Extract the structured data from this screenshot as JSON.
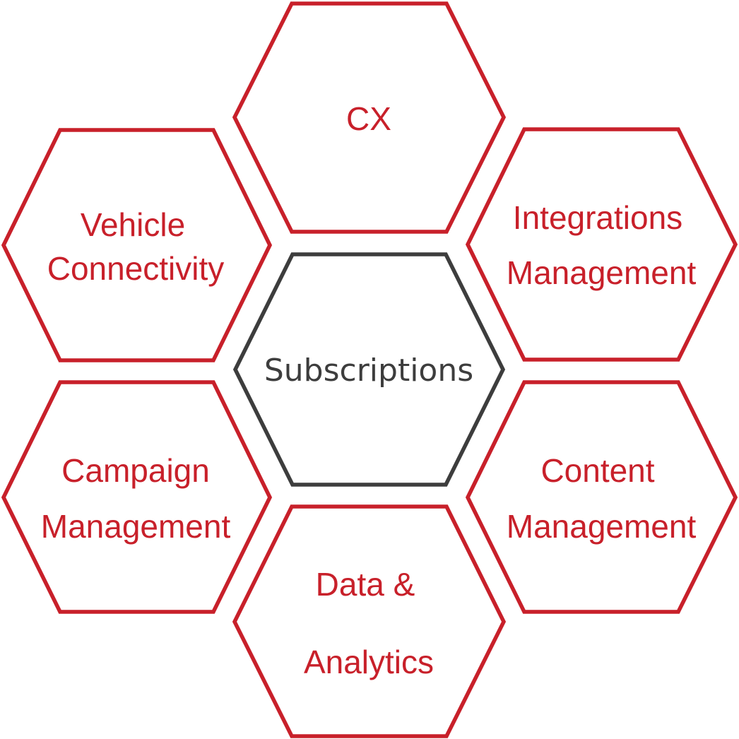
{
  "colors": {
    "outer_stroke": "#c8202a",
    "outer_text": "#c8202a",
    "center_stroke": "#3d3d3d",
    "center_text": "#3d3d3d",
    "background": "#ffffff"
  },
  "hexagons": {
    "top": {
      "line1": "CX"
    },
    "top_left": {
      "line1": "Vehicle",
      "line2": "Connectivity"
    },
    "top_right": {
      "line1": "Integrations",
      "line2": "Management"
    },
    "center": {
      "line1": "Subscriptions"
    },
    "bottom_left": {
      "line1": "Campaign",
      "line2": "Management"
    },
    "bottom_right": {
      "line1": "Content",
      "line2": "Management"
    },
    "bottom": {
      "line1": "Data &",
      "line2": "Analytics"
    }
  }
}
